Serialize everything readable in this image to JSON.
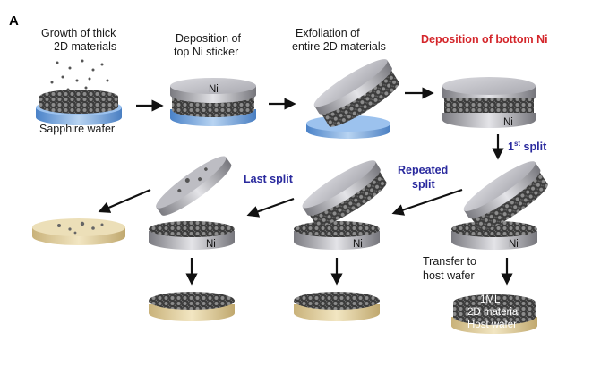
{
  "panel_letter": "A",
  "steps": {
    "growth": [
      "Growth of thick",
      "2D materials"
    ],
    "top_ni": [
      "Deposition of",
      "top Ni sticker"
    ],
    "exfoliation": [
      "Exfoliation of",
      "entire 2D materials"
    ],
    "bottom_ni": "Deposition of bottom Ni",
    "first_split_num": "1",
    "first_split_sup": "st",
    "first_split_word": " split",
    "repeated": [
      "Repeated",
      "split"
    ],
    "last": "Last split",
    "transfer": [
      "Transfer to",
      "host wafer"
    ]
  },
  "labels": {
    "sapphire": "Sapphire wafer",
    "ni": "Ni",
    "host_lines": [
      "1ML",
      "2D material",
      "Host wafer"
    ]
  },
  "colors": {
    "sapphire": "#8fb6e6",
    "nickel": "#c9c9cf",
    "graphene": "#3a3a3a",
    "host": "#e6d6a6",
    "red": "#d4262b",
    "blue": "#2a2a9e"
  }
}
